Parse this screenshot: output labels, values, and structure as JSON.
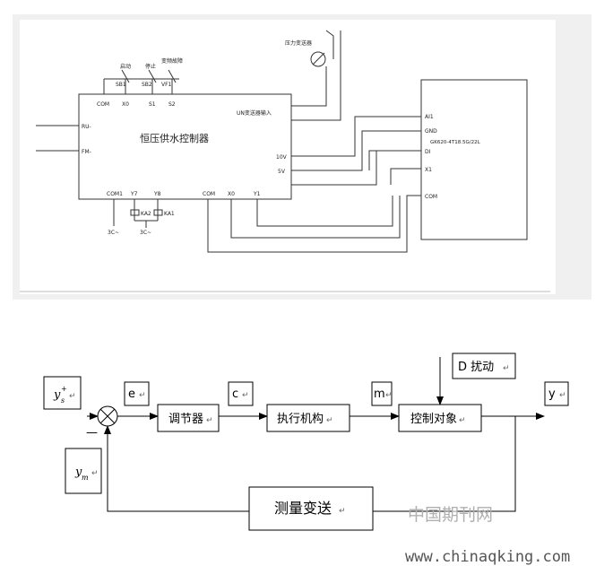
{
  "wiring": {
    "controller_label": "恒压供水控制器",
    "inverter_label": "GK620-4T18.5G/22L",
    "pressure_sensor": "压力变送器",
    "analog_input": "UN变送器输入",
    "buttons": {
      "start": "启动",
      "stop": "停止",
      "reset": "变频故障"
    },
    "top_terminals": [
      "COM",
      "X0",
      "S1",
      "S2"
    ],
    "switch_labels": [
      "SB1",
      "SB2",
      "VF1"
    ],
    "left_terminals": [
      "RU-",
      "FM-"
    ],
    "right_terminals": [
      "10V",
      "5V"
    ],
    "bottom_terminals": [
      "COM1",
      "Y7",
      "Y8",
      "COM",
      "X0",
      "Y1"
    ],
    "relays": [
      "KA2",
      "KA1"
    ],
    "supply_left": "3C~",
    "supply_mid": "3C~",
    "inverter_terminals": [
      "AI1",
      "GND",
      "DI",
      "X1",
      "COM"
    ]
  },
  "block": {
    "ys": "y",
    "ys_sub": "s",
    "ys_sup": "+",
    "ym": "y",
    "ym_sub": "m",
    "minus": "—",
    "e": "e",
    "c": "c",
    "m": "m",
    "y": "y",
    "disturbance": "D 扰动",
    "regulator": "调节器",
    "actuator": "执行机构",
    "plant": "控制对象",
    "measure": "测量变送",
    "mark": "↵"
  },
  "watermark": {
    "cn": "中国期刊网",
    "url": "www.chinaqking.com"
  }
}
